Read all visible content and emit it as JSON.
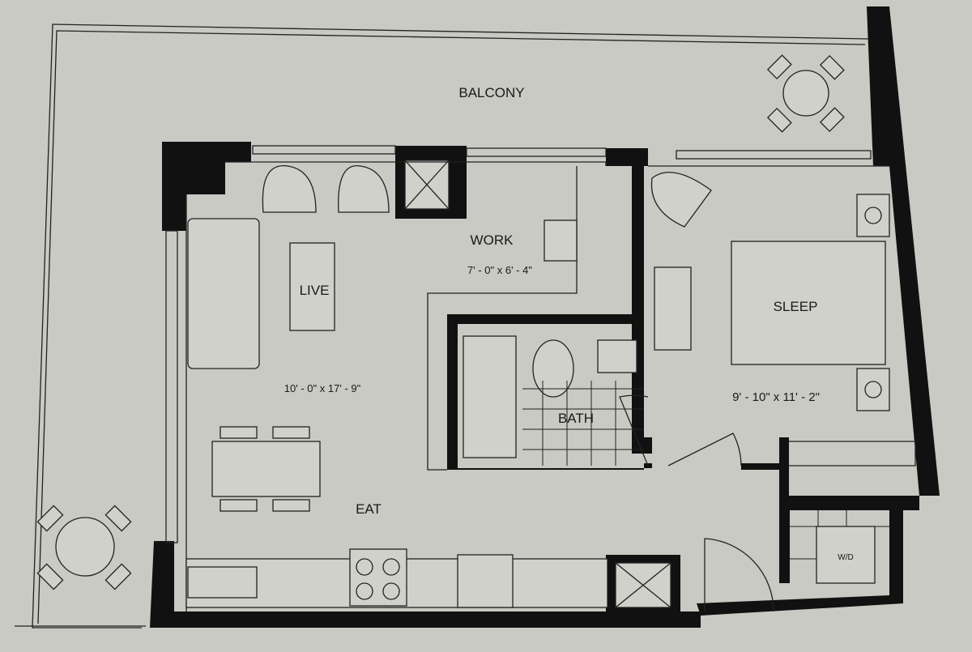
{
  "plan": {
    "rooms": {
      "balcony": {
        "label": "BALCONY"
      },
      "work": {
        "label": "WORK",
        "dimensions": "7' - 0\" x 6' - 4\""
      },
      "live": {
        "label": "LIVE",
        "dimensions": "10' - 0\" x 17' - 9\""
      },
      "eat": {
        "label": "EAT"
      },
      "bath": {
        "label": "BATH"
      },
      "sleep": {
        "label": "SLEEP",
        "dimensions": "9' - 10\" x 11' - 2\""
      },
      "laundry": {
        "label": "W/D"
      }
    },
    "colors": {
      "paper": "#c8cac3",
      "wall": "#111111"
    }
  }
}
